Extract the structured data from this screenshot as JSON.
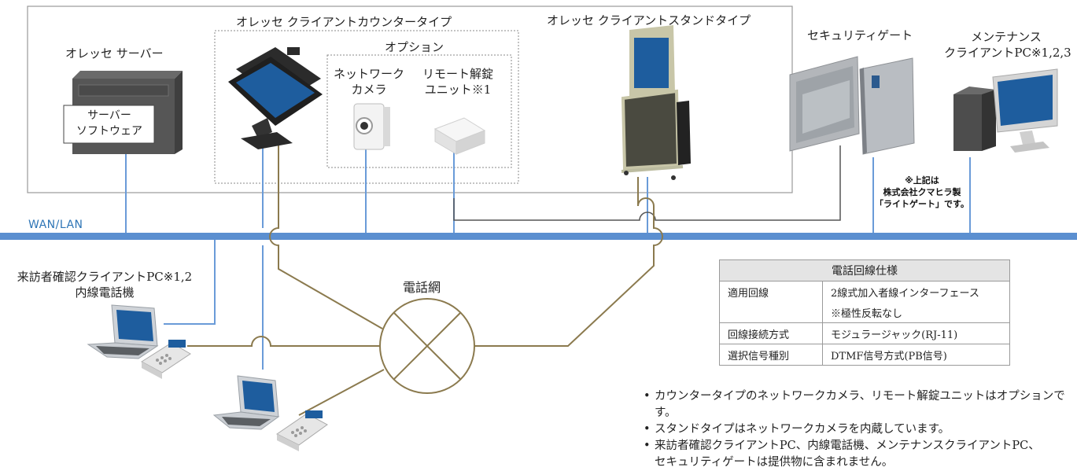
{
  "labels": {
    "server": "オレッセ サーバー",
    "server_sw_line1": "サーバー",
    "server_sw_line2": "ソフトウェア",
    "counter_type": "オレッセ クライアントカウンタータイプ",
    "option": "オプション",
    "camera_line1": "ネットワーク",
    "camera_line2": "カメラ",
    "unlock_line1": "リモート解錠",
    "unlock_line2": "ユニット※1",
    "stand_type": "オレッセ クライアントスタンドタイプ",
    "security_gate": "セキュリティゲート",
    "maint_line1": "メンテナンス",
    "maint_line2": "クライアントPC※1,2,3",
    "wan_lan": "WAN/LAN",
    "visitor_line1": "来訪者確認クライアントPC※1,2",
    "visitor_line2": "内線電話機",
    "phone_network": "電話網"
  },
  "gate_note": {
    "line1": "※上記は",
    "line2": "株式会社クマヒラ製",
    "line3": "「ライトゲート」です。"
  },
  "spec_table": {
    "title": "電話回線仕様",
    "rows": [
      {
        "key": "適用回線",
        "value": "2線式加入者線インターフェース"
      },
      {
        "key": "",
        "value": "※極性反転なし"
      },
      {
        "key": "回線接続方式",
        "value": "モジュラージャック(RJ-11)"
      },
      {
        "key": "選択信号種別",
        "value": "DTMF信号方式(PB信号)"
      }
    ]
  },
  "notes": [
    "カウンタータイプのネットワークカメラ、リモート解錠ユニットはオプションです。",
    "スタンドタイプはネットワークカメラを内蔵しています。",
    "来訪者確認クライアントPC、内線電話機、メンテナンスクライアントPC、セキュリティゲートは提供物に含まれません。"
  ],
  "colors": {
    "lan_bus": "#5b8fd0",
    "lan_line": "#6a9bd8",
    "phone_line": "#8b7a4e",
    "gate_line": "#555555"
  }
}
